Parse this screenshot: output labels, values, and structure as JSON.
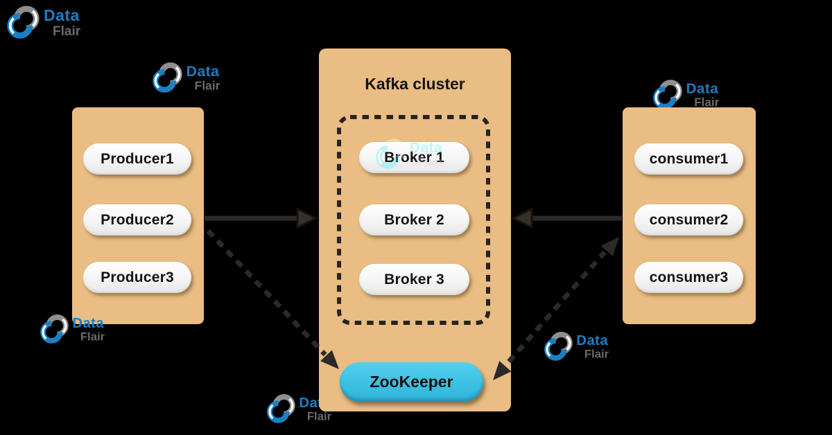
{
  "diagram": {
    "cluster_title": "Kafka cluster",
    "producers": {
      "items": [
        "Producer1",
        "Producer2",
        "Producer3"
      ]
    },
    "brokers": {
      "items": [
        "Broker 1",
        "Broker 2",
        "Broker 3"
      ]
    },
    "consumers": {
      "items": [
        "consumer1",
        "consumer2",
        "consumer3"
      ]
    },
    "zookeeper_label": "ZooKeeper"
  },
  "logo": {
    "data": "Data",
    "flair": "Flair"
  },
  "colors": {
    "background": "#000000",
    "panel_tan": "#e9bd83",
    "node_white": "#f3f3f3",
    "zookeeper_cyan": "#3cc1e3",
    "arrow_dark": "#2b2a27",
    "logo_blue": "#1c7fc4",
    "logo_gray": "#8f8f8f",
    "text_black": "#141414"
  }
}
